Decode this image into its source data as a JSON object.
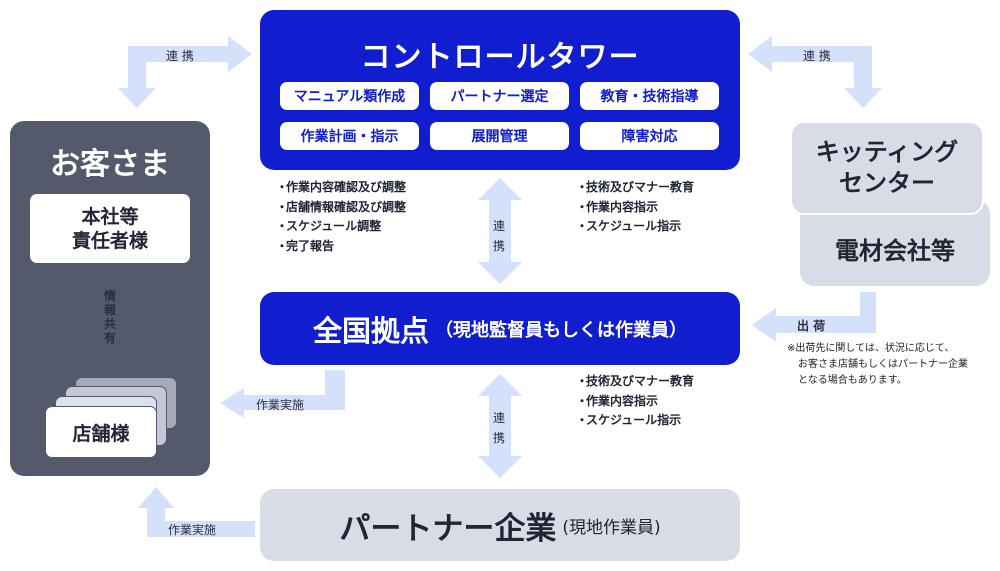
{
  "control_tower": {
    "title": "コントロールタワー",
    "functions": [
      "マニュアル類作成",
      "パートナー選定",
      "教育・技術指導",
      "作業計画・指示",
      "展開管理",
      "障害対応"
    ]
  },
  "customer": {
    "title": "お客さま",
    "hq": {
      "line1": "本社等",
      "line2": "責任者様"
    },
    "info_share": [
      "情",
      "報",
      "共",
      "有"
    ],
    "stores": "店舗様"
  },
  "kitting": {
    "line1": "キッティング",
    "line2": "センター"
  },
  "supplier": {
    "label": "電材会社等"
  },
  "nationwide": {
    "title": "全国拠点",
    "subtitle": "（現地監督員もしくは作業員）"
  },
  "partner": {
    "title": "パートナー企業",
    "subtitle": "(現地作業員)"
  },
  "arrows": {
    "renkei_top_left": "連 携",
    "renkei_top_right": "連 携",
    "renkei_mid": [
      "連",
      "携"
    ],
    "renkei_low": [
      "連",
      "携"
    ],
    "work_from_nationwide": "作業実施",
    "work_from_partner": "作業実施",
    "shipping": "出 荷"
  },
  "tower_to_nationwide_left": [
    "作業内容確認及び調整",
    "店舗情報確認及び調整",
    "スケジュール調整",
    "完了報告"
  ],
  "tower_to_nationwide_right": [
    "技術及びマナー教育",
    "作業内容指示",
    "スケジュール指示"
  ],
  "nationwide_to_partner": [
    "技術及びマナー教育",
    "作業内容指示",
    "スケジュール指示"
  ],
  "shipping_note": [
    "※出荷先に関しては、状況に応じて、",
    "お客さま店舗もしくはパートナー企業",
    "となる場合もあります。"
  ],
  "colors": {
    "primary_blue": "#111ed0",
    "slate": "#545a6b",
    "light_gray": "#d7dce6",
    "arrow_blue": "#d5e0fb"
  }
}
